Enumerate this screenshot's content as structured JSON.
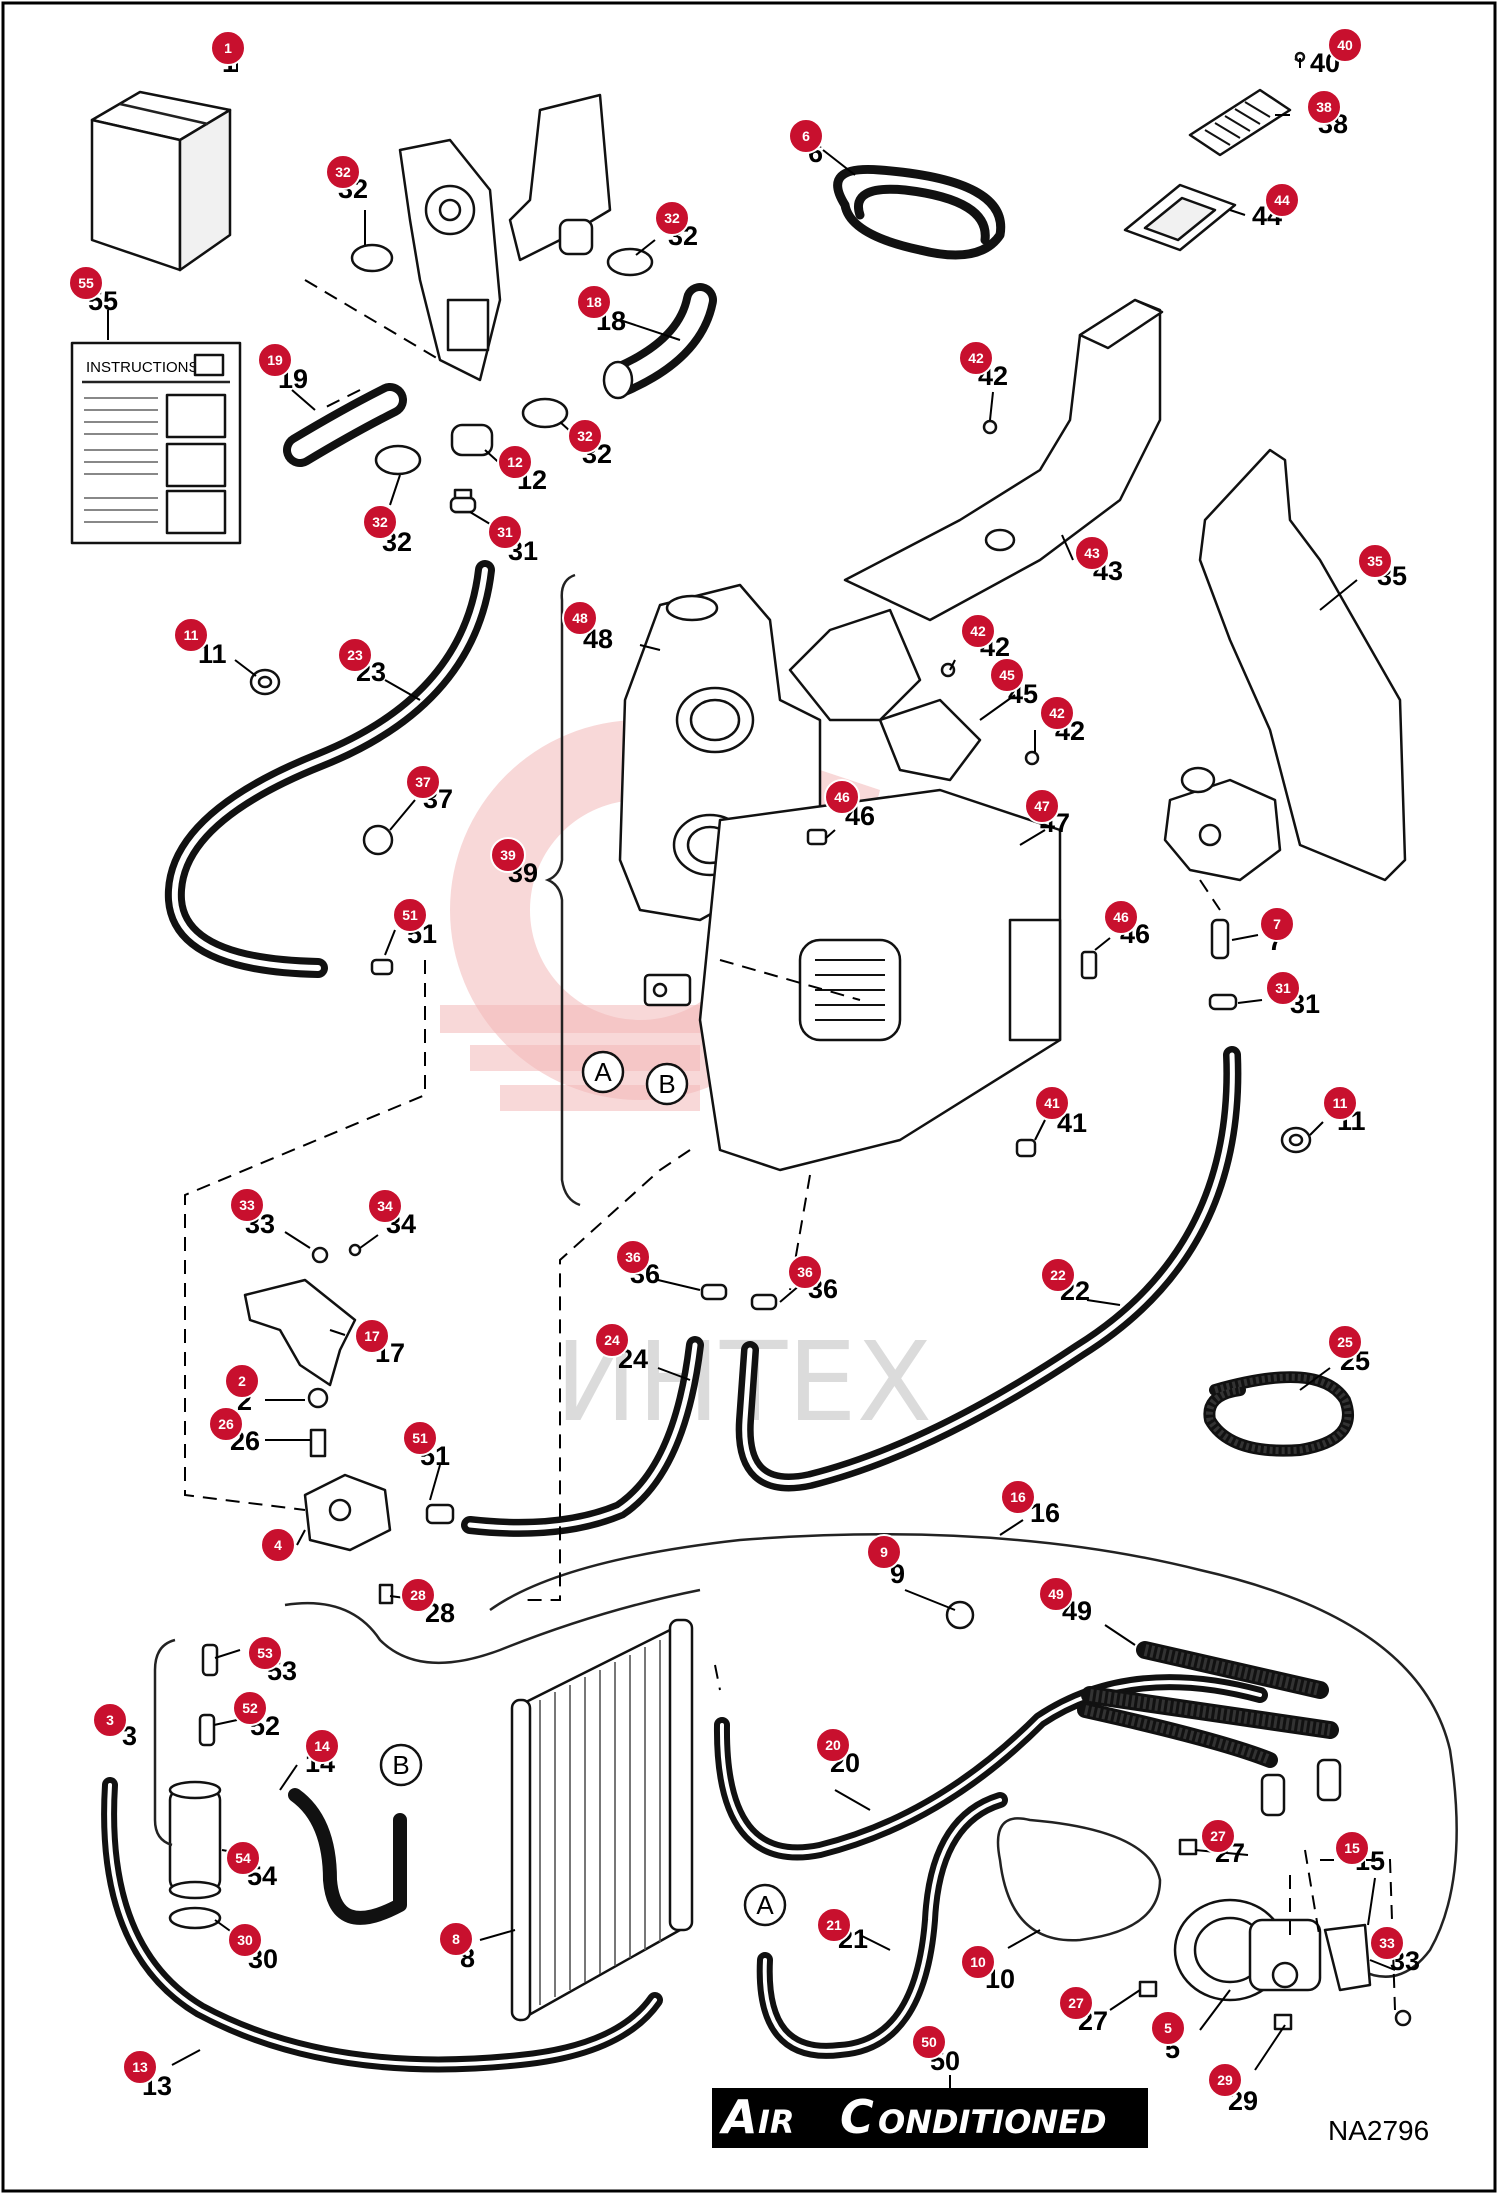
{
  "diagram": {
    "title_big_1": "A",
    "title_small_1": "IR",
    "title_big_2": "C",
    "title_small_2": "ONDITIONED",
    "drawing_code": "NA2796",
    "instructions_label": "INSTRUCTIONS",
    "watermark": "ИНТЕХ",
    "connection_labels": {
      "a": "A",
      "b": "B"
    }
  },
  "callouts": [
    {
      "id": "c1",
      "label": "1"
    },
    {
      "id": "c2",
      "label": "2"
    },
    {
      "id": "c3",
      "label": "3"
    },
    {
      "id": "c4",
      "label": "4"
    },
    {
      "id": "c5",
      "label": "5"
    },
    {
      "id": "c6",
      "label": "6"
    },
    {
      "id": "c7",
      "label": "7"
    },
    {
      "id": "c8",
      "label": "8"
    },
    {
      "id": "c9",
      "label": "9"
    },
    {
      "id": "c10",
      "label": "10"
    },
    {
      "id": "c11a",
      "label": "11"
    },
    {
      "id": "c11b",
      "label": "11"
    },
    {
      "id": "c12",
      "label": "12"
    },
    {
      "id": "c13",
      "label": "13"
    },
    {
      "id": "c14",
      "label": "14"
    },
    {
      "id": "c15",
      "label": "15"
    },
    {
      "id": "c16",
      "label": "16"
    },
    {
      "id": "c17",
      "label": "17"
    },
    {
      "id": "c18",
      "label": "18"
    },
    {
      "id": "c19",
      "label": "19"
    },
    {
      "id": "c20",
      "label": "20"
    },
    {
      "id": "c21",
      "label": "21"
    },
    {
      "id": "c22",
      "label": "22"
    },
    {
      "id": "c23",
      "label": "23"
    },
    {
      "id": "c24",
      "label": "24"
    },
    {
      "id": "c25",
      "label": "25"
    },
    {
      "id": "c26",
      "label": "26"
    },
    {
      "id": "c27a",
      "label": "27"
    },
    {
      "id": "c27b",
      "label": "27"
    },
    {
      "id": "c28",
      "label": "28"
    },
    {
      "id": "c29",
      "label": "29"
    },
    {
      "id": "c30",
      "label": "30"
    },
    {
      "id": "c31a",
      "label": "31"
    },
    {
      "id": "c31b",
      "label": "31"
    },
    {
      "id": "c32a",
      "label": "32"
    },
    {
      "id": "c32b",
      "label": "32"
    },
    {
      "id": "c32c",
      "label": "32"
    },
    {
      "id": "c32d",
      "label": "32"
    },
    {
      "id": "c33a",
      "label": "33"
    },
    {
      "id": "c33b",
      "label": "33"
    },
    {
      "id": "c34",
      "label": "34"
    },
    {
      "id": "c35",
      "label": "35"
    },
    {
      "id": "c36a",
      "label": "36"
    },
    {
      "id": "c36b",
      "label": "36"
    },
    {
      "id": "c37",
      "label": "37"
    },
    {
      "id": "c38",
      "label": "38"
    },
    {
      "id": "c39",
      "label": "39"
    },
    {
      "id": "c40",
      "label": "40"
    },
    {
      "id": "c41",
      "label": "41"
    },
    {
      "id": "c42a",
      "label": "42"
    },
    {
      "id": "c42b",
      "label": "42"
    },
    {
      "id": "c42c",
      "label": "42"
    },
    {
      "id": "c43",
      "label": "43"
    },
    {
      "id": "c44",
      "label": "44"
    },
    {
      "id": "c45",
      "label": "45"
    },
    {
      "id": "c46a",
      "label": "46"
    },
    {
      "id": "c46b",
      "label": "46"
    },
    {
      "id": "c47",
      "label": "47"
    },
    {
      "id": "c48",
      "label": "48"
    },
    {
      "id": "c49",
      "label": "49"
    },
    {
      "id": "c50",
      "label": "50"
    },
    {
      "id": "c51a",
      "label": "51"
    },
    {
      "id": "c51b",
      "label": "51"
    },
    {
      "id": "c52",
      "label": "52"
    },
    {
      "id": "c53",
      "label": "53"
    },
    {
      "id": "c54",
      "label": "54"
    },
    {
      "id": "c55",
      "label": "55"
    }
  ],
  "colors": {
    "callout": "#c8102e",
    "ink": "#000000",
    "watermark": "#f3b8b8"
  }
}
